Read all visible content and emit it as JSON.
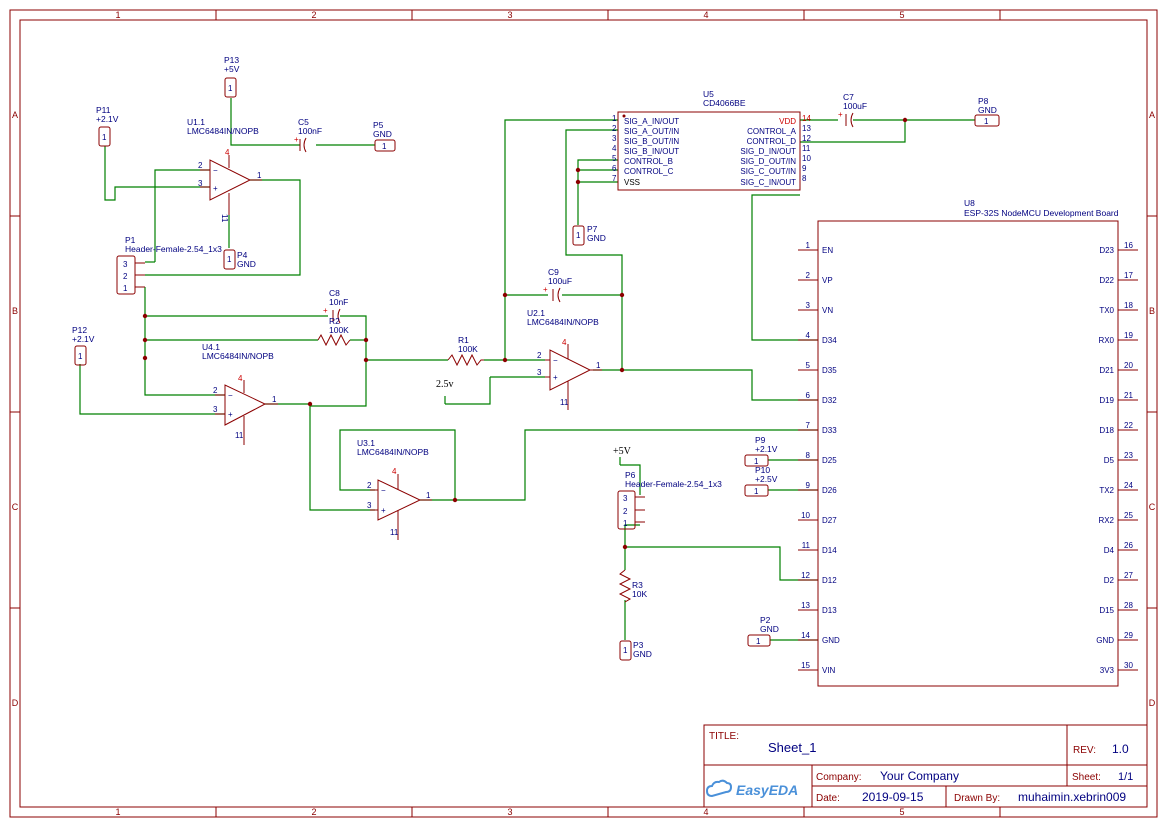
{
  "zones": {
    "columns": [
      "1",
      "2",
      "3",
      "4",
      "5"
    ],
    "rows": [
      "A",
      "B",
      "C",
      "D"
    ]
  },
  "symbols": {
    "p13": {
      "des": "P13",
      "val": "+5V",
      "pin": "1"
    },
    "p11": {
      "des": "P11",
      "val": "+2.1V",
      "pin": "1"
    },
    "p12": {
      "des": "P12",
      "val": "+2.1V",
      "pin": "1"
    },
    "p4": {
      "des": "P4",
      "val": "GND",
      "pin": "1"
    },
    "p5": {
      "des": "P5",
      "val": "GND",
      "pin": "1"
    },
    "p7": {
      "des": "P7",
      "val": "GND",
      "pin": "1"
    },
    "p8": {
      "des": "P8",
      "val": "GND",
      "pin": "1"
    },
    "p3": {
      "des": "P3",
      "val": "GND",
      "pin": "1"
    },
    "p2": {
      "des": "P2",
      "val": "GND",
      "pin": "1"
    },
    "p9": {
      "des": "P9",
      "val": "+2.1V",
      "pin": "1"
    },
    "p10": {
      "des": "P10",
      "val": "+2.5V",
      "pin": "1"
    },
    "u11": {
      "des": "U1.1",
      "val": "LMC6484IN/NOPB",
      "pins": [
        "2",
        "3",
        "1",
        "4",
        "11"
      ]
    },
    "u41": {
      "des": "U4.1",
      "val": "LMC6484IN/NOPB",
      "pins": [
        "2",
        "3",
        "1",
        "4",
        "11"
      ]
    },
    "u21": {
      "des": "U2.1",
      "val": "LMC6484IN/NOPB",
      "pins": [
        "2",
        "3",
        "1",
        "4",
        "11"
      ]
    },
    "u31": {
      "des": "U3.1",
      "val": "LMC6484IN/NOPB",
      "pins": [
        "2",
        "3",
        "1",
        "4",
        "11"
      ]
    },
    "c5": {
      "des": "C5",
      "val": "100nF"
    },
    "c7": {
      "des": "C7",
      "val": "100uF"
    },
    "c8": {
      "des": "C8",
      "val": "10nF"
    },
    "c9": {
      "des": "C9",
      "val": "100uF"
    },
    "r1": {
      "des": "R1",
      "val": "100K"
    },
    "r2": {
      "des": "R2",
      "val": "100K"
    },
    "r3": {
      "des": "R3",
      "val": "10K"
    },
    "p1": {
      "des": "P1",
      "val": "Header-Female-2.54_1x3",
      "pins": [
        "3",
        "2",
        "1"
      ]
    },
    "p6": {
      "des": "P6",
      "val": "Header-Female-2.54_1x3",
      "pins": [
        "3",
        "2",
        "1"
      ]
    },
    "net_25v": "2.5v",
    "net_5v": "+5V"
  },
  "u5": {
    "des": "U5",
    "val": "CD4066BE",
    "left_pins": [
      {
        "num": "1",
        "name": "SIG_A_IN/OUT"
      },
      {
        "num": "2",
        "name": "SIG_A_OUT/IN"
      },
      {
        "num": "3",
        "name": "SIG_B_OUT/IN"
      },
      {
        "num": "4",
        "name": "SIG_B_IN/OUT"
      },
      {
        "num": "5",
        "name": "CONTROL_B"
      },
      {
        "num": "6",
        "name": "CONTROL_C"
      },
      {
        "num": "7",
        "name": "VSS"
      }
    ],
    "right_pins": [
      {
        "num": "14",
        "name": "VDD"
      },
      {
        "num": "13",
        "name": "CONTROL_A"
      },
      {
        "num": "12",
        "name": "CONTROL_D"
      },
      {
        "num": "11",
        "name": "SIG_D_IN/OUT"
      },
      {
        "num": "10",
        "name": "SIG_D_OUT/IN"
      },
      {
        "num": "9",
        "name": "SIG_C_OUT/IN"
      },
      {
        "num": "8",
        "name": "SIG_C_IN/OUT"
      }
    ]
  },
  "u8": {
    "des": "U8",
    "val": "ESP-32S NodeMCU Development Board",
    "left_pins": [
      {
        "num": "1",
        "name": "EN"
      },
      {
        "num": "2",
        "name": "VP"
      },
      {
        "num": "3",
        "name": "VN"
      },
      {
        "num": "4",
        "name": "D34"
      },
      {
        "num": "5",
        "name": "D35"
      },
      {
        "num": "6",
        "name": "D32"
      },
      {
        "num": "7",
        "name": "D33"
      },
      {
        "num": "8",
        "name": "D25"
      },
      {
        "num": "9",
        "name": "D26"
      },
      {
        "num": "10",
        "name": "D27"
      },
      {
        "num": "11",
        "name": "D14"
      },
      {
        "num": "12",
        "name": "D12"
      },
      {
        "num": "13",
        "name": "D13"
      },
      {
        "num": "14",
        "name": "GND"
      },
      {
        "num": "15",
        "name": "VIN"
      }
    ],
    "right_pins": [
      {
        "num": "16",
        "name": "D23"
      },
      {
        "num": "17",
        "name": "D22"
      },
      {
        "num": "18",
        "name": "TX0"
      },
      {
        "num": "19",
        "name": "RX0"
      },
      {
        "num": "20",
        "name": "D21"
      },
      {
        "num": "21",
        "name": "D19"
      },
      {
        "num": "22",
        "name": "D18"
      },
      {
        "num": "23",
        "name": "D5"
      },
      {
        "num": "24",
        "name": "TX2"
      },
      {
        "num": "25",
        "name": "RX2"
      },
      {
        "num": "26",
        "name": "D4"
      },
      {
        "num": "27",
        "name": "D2"
      },
      {
        "num": "28",
        "name": "D15"
      },
      {
        "num": "29",
        "name": "GND"
      },
      {
        "num": "30",
        "name": "3V3"
      }
    ]
  },
  "title_block": {
    "title_label": "TITLE:",
    "title": "Sheet_1",
    "rev_label": "REV:",
    "rev": "1.0",
    "company_label": "Company:",
    "company": "Your Company",
    "sheet_label": "Sheet:",
    "sheet": "1/1",
    "date_label": "Date:",
    "date": "2019-09-15",
    "drawn_label": "Drawn By:",
    "drawn_by": "muhaimin.xebrin009",
    "logo": "EasyEDA",
    "logo_color": "#4a90d9"
  }
}
